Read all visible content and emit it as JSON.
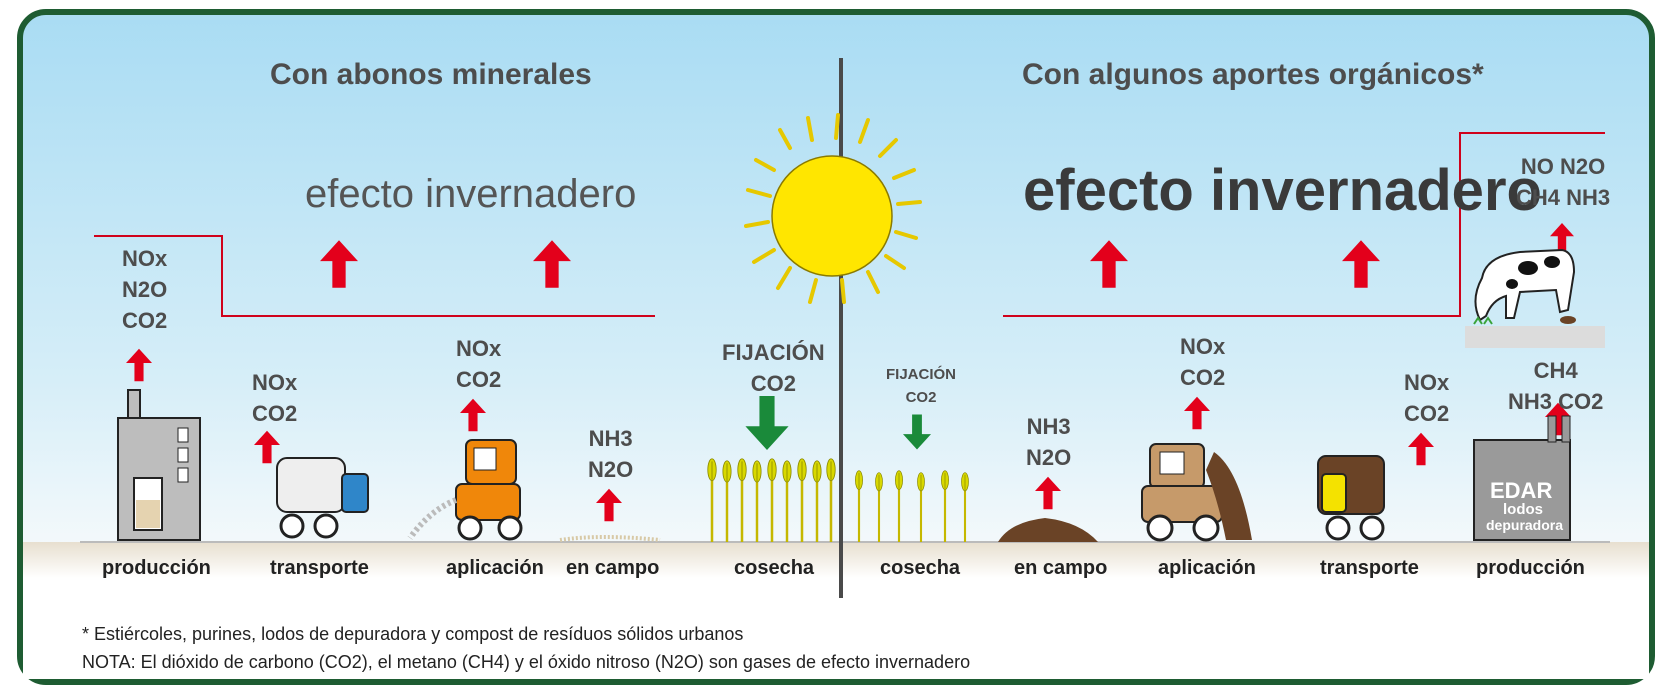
{
  "left": {
    "title": "Con abonos minerales",
    "effect": "efecto invernadero",
    "gases": {
      "produccion": "NOx\nN2O\nCO2",
      "transporte": "NOx\nCO2",
      "aplicacion": "NOx\nCO2",
      "en_campo": "NH3\nN2O"
    },
    "fixation": "FIJACIÓN\nCO2",
    "stages": [
      "producción",
      "transporte",
      "aplicación",
      "en campo",
      "cosecha"
    ]
  },
  "right": {
    "title": "Con algunos aportes orgánicos*",
    "effect": "efecto invernadero",
    "fixation": "FIJACIÓN\nCO2",
    "gases": {
      "en_campo": "NH3\nN2O",
      "aplicacion": "NOx\nCO2",
      "transporte": "NOx\nCO2",
      "produccion": "CH4\nNH3  CO2",
      "cow": "NO  N2O\nCH4  NH3"
    },
    "edar": {
      "title": "EDAR",
      "line1": "lodos",
      "line2": "depuradora"
    },
    "stages": [
      "cosecha",
      "en campo",
      "aplicación",
      "transporte",
      "producción"
    ]
  },
  "notes": {
    "footnote": "* Estiércoles, purines, lodos de depuradora y compost de resíduos sólidos urbanos",
    "nota": "NOTA: El dióxido de carbono (CO2), el metano (CH4) y el óxido nitroso (N2O) son gases de efecto invernadero"
  },
  "colors": {
    "frame": "#1e5c32",
    "sky_top": "#a9dcf3",
    "ground": "#ddd4c3",
    "arrow_up": "#e3001b",
    "arrow_down": "#1a8a3a",
    "sun": "#ffe600",
    "text": "#4d4d4d"
  },
  "icons": [
    "sun-icon",
    "factory-icon",
    "truck-icon",
    "tractor-icon",
    "crop-icon",
    "cow-icon",
    "edar-plant-icon"
  ]
}
